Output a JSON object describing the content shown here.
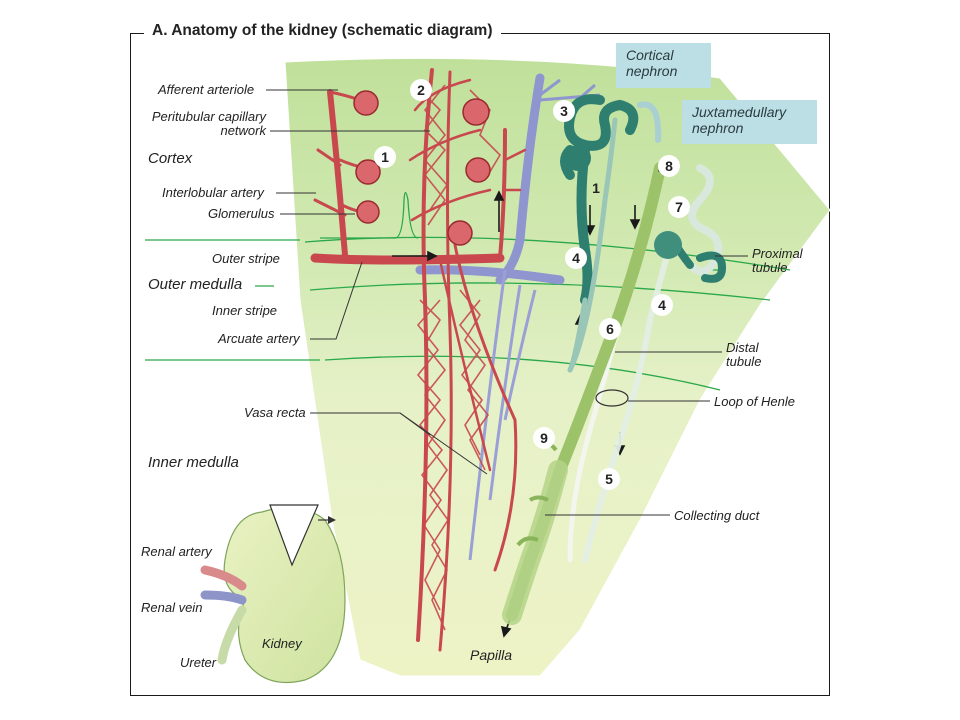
{
  "title": "A. Anatomy of the kidney (schematic diagram)",
  "badges": {
    "cortical": "Cortical\nnephron",
    "juxtamedullary": "Juxtamedullary\nnephron"
  },
  "zones": {
    "cortex": "Cortex",
    "outer_medulla": "Outer medulla",
    "inner_medulla": "Inner medulla",
    "outer_stripe": "Outer stripe",
    "inner_stripe": "Inner stripe"
  },
  "labels": {
    "afferent_arteriole": "Afferent arteriole",
    "peritubular_network": "Peritubular capillary\nnetwork",
    "interlobular_artery": "Interlobular artery",
    "glomerulus": "Glomerulus",
    "arcuate_artery": "Arcuate artery",
    "vasa_recta": "Vasa recta",
    "proximal_tubule": "Proximal\ntubule",
    "distal_tubule": "Distal\ntubule",
    "loop_of_henle": "Loop of Henle",
    "collecting_duct": "Collecting duct",
    "papilla": "Papilla",
    "renal_artery": "Renal artery",
    "renal_vein": "Renal vein",
    "ureter": "Ureter",
    "kidney": "Kidney"
  },
  "numbers": [
    "1",
    "1",
    "2",
    "3",
    "4",
    "4",
    "5",
    "6",
    "7",
    "8",
    "9"
  ],
  "colors": {
    "cortex": "#cfe8b0",
    "medulla": "#eef3c7",
    "artery": "#c8484e",
    "vein": "#8f96cf",
    "cortical_nephron": "#2f7f70",
    "juxtamedullary_nephron": "#d8e8dc",
    "collecting_duct": "#9cc36a",
    "zone_line": "#2aa84a",
    "badge": "#bcdfe6"
  }
}
